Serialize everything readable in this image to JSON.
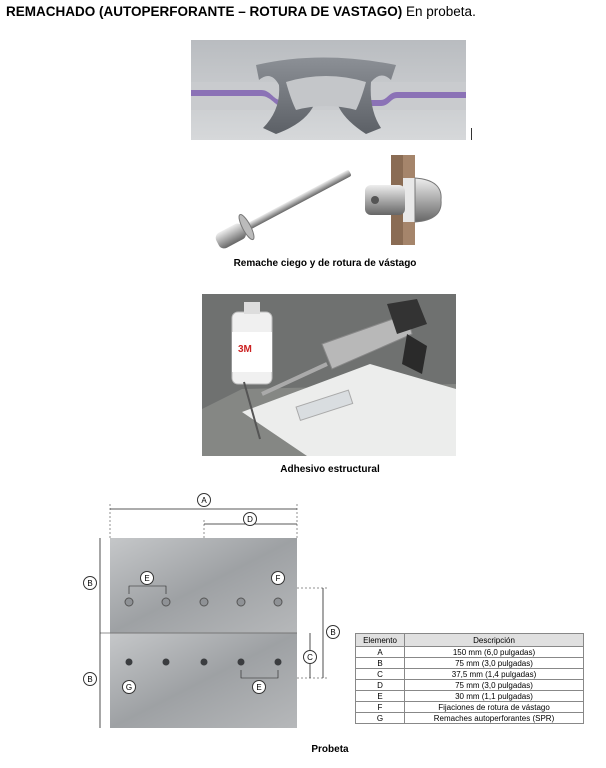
{
  "heading": {
    "bold": "REMACHADO (AUTOPERFORANTE – ROTURA DE VASTAGO)",
    "normal": " En probeta."
  },
  "captions": {
    "rivet": "Remache ciego y de rotura de vástago",
    "adhesive": "Adhesivo estructural",
    "specimen": "Probeta"
  },
  "adhesive_photo": {
    "cartridge_brand": "3M"
  },
  "dim_labels": [
    "A",
    "B",
    "C",
    "D",
    "E",
    "F",
    "G"
  ],
  "legend": {
    "headers": [
      "Elemento",
      "Descripción"
    ],
    "rows": [
      [
        "A",
        "150 mm (6,0 pulgadas)"
      ],
      [
        "B",
        "75 mm (3,0 pulgadas)"
      ],
      [
        "C",
        "37,5 mm (1,4 pulgadas)"
      ],
      [
        "D",
        "75 mm (3,0 pulgadas)"
      ],
      [
        "E",
        "30 mm (1,1 pulgadas)"
      ],
      [
        "F",
        "Fijaciones de rotura de vástago"
      ],
      [
        "G",
        "Remaches autoperforantes (SPR)"
      ]
    ]
  }
}
